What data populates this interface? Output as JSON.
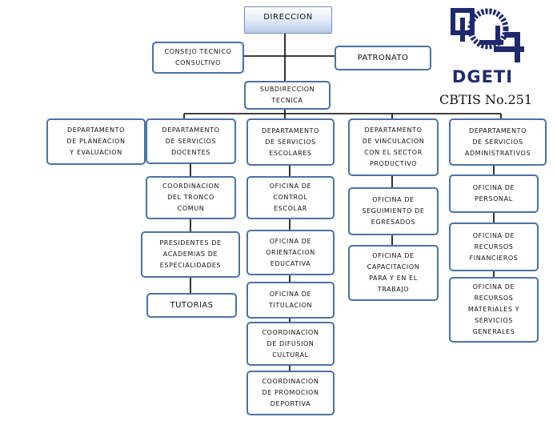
{
  "org": {
    "direccion": "DIRECCION",
    "consejo": "CONSEJO TECNICO\nCONSULTIVO",
    "patronato": "PATRONATO",
    "subdireccion": "SUBDIRECCION\nTECNICA",
    "planeacion": "DEPARTAMENTO\nDE PLANEACION\nY EVALUACION",
    "docentes": {
      "head": "DEPARTAMENTO\nDE SERVICIOS\nDOCENTES",
      "items": [
        "COORDINACION\nDEL TRONCO\nCOMUN",
        "PRESIDENTES DE\nACADEMIAS DE\nESPECIALIDADES",
        "TUTORIAS"
      ]
    },
    "escolares": {
      "head": "DEPARTAMENTO\nDE SERVICIOS\nESCOLARES",
      "items": [
        "OFICINA DE\nCONTROL\nESCOLAR",
        "OFICINA DE\nORIENTACION\nEDUCATIVA",
        "OFICINA DE\nTITULACION",
        "COORDINACION\nDE DIFUSION\nCULTURAL",
        "COORDINACION\nDE PROMOCION\nDEPORTIVA"
      ]
    },
    "vinculacion": {
      "head": "DEPARTAMENTO\nDE VINCULACION\nCON EL SECTOR\nPRODUCTIVO",
      "items": [
        "OFICINA DE\nSEGUIMIENTO DE\nEGRESADOS",
        "OFICINA DE\nCAPACITACION\nPARA Y EN EL\nTRABAJO"
      ]
    },
    "administrativos": {
      "head": "DEPARTAMENTO\nDE SERVICIOS\nADMINISTRATIVOS",
      "items": [
        "OFICINA DE\nPERSONAL",
        "OFICINA DE\nRECURSOS\nFINANCIEROS",
        "OFICINA DE\nRECURSOS\nMATERIALES Y\nSERVICIOS\nGENERALES"
      ]
    }
  },
  "logo": {
    "text": "DGETI",
    "campus": "CBTIS No.251",
    "color": "#1e2a6e"
  },
  "colors": {
    "border": "#4a72a8",
    "line": "#000000"
  }
}
